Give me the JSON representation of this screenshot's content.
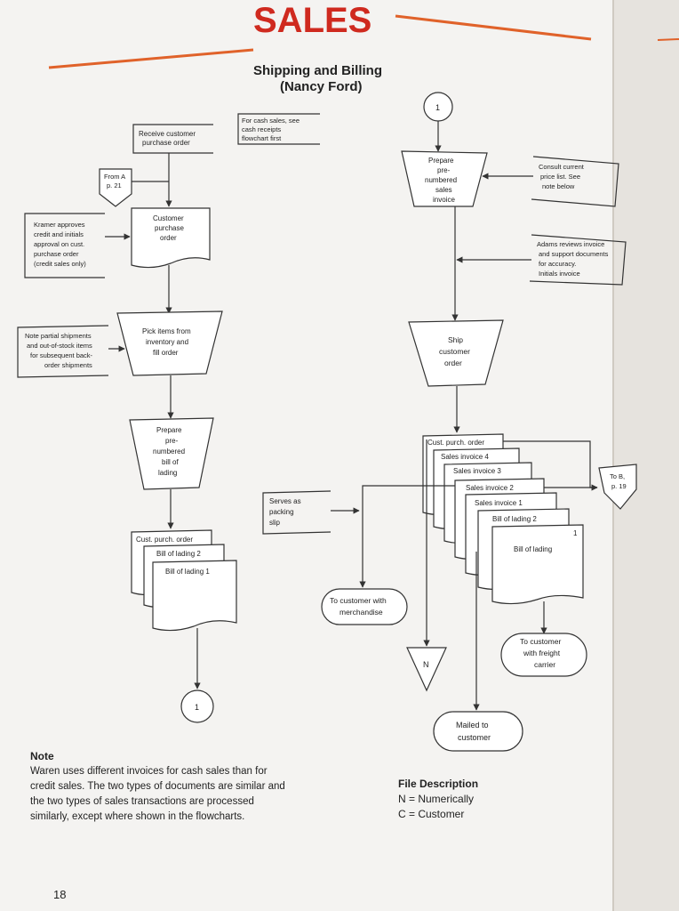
{
  "header": {
    "title": "SALES",
    "subtitle_1": "Shipping and Billing",
    "subtitle_2": "(Nancy Ford)"
  },
  "left": {
    "receive": [
      "Receive customer",
      "purchase order"
    ],
    "cash_note": [
      "For cash sales, see",
      "cash receipts",
      "flowchart first"
    ],
    "from_a": [
      "From A",
      "p. 21"
    ],
    "kramer": [
      "Kramer approves",
      "credit and initials",
      "approval on cust.",
      "purchase order",
      "(credit sales only)"
    ],
    "cust_po": [
      "Customer",
      "purchase",
      "order"
    ],
    "partial": [
      "Note partial shipments",
      "and out-of-stock items",
      "for subsequent back-",
      "order shipments"
    ],
    "pick": [
      "Pick items from",
      "inventory and",
      "fill order"
    ],
    "prepare_bol": [
      "Prepare",
      "pre-",
      "numbered",
      "bill of",
      "lading"
    ],
    "stack": [
      "Cust. purch. order",
      "Bill of lading 2",
      "Bill of lading 1"
    ],
    "connector_bottom": "1"
  },
  "right": {
    "connector_top": "1",
    "prepare_inv": [
      "Prepare",
      "pre-",
      "numbered",
      "sales",
      "invoice"
    ],
    "consult": [
      "Consult current",
      "price list. See",
      "note below"
    ],
    "adams": [
      "Adams reviews invoice",
      "and support documents",
      "for accuracy.",
      "Initials invoice"
    ],
    "ship": [
      "Ship",
      "customer",
      "order"
    ],
    "stack": [
      "Cust. purch. order",
      "Sales invoice  4",
      "Sales invoice  3",
      "Sales invoice  2",
      "Sales invoice  1",
      "Bill of lading  2",
      "1",
      "Bill of lading"
    ],
    "to_b": [
      "To B,",
      "p. 19"
    ],
    "serves": [
      "Serves as",
      "packing",
      "slip"
    ],
    "to_cust_merch": [
      "To customer with",
      "merchandise"
    ],
    "to_freight": [
      "To customer",
      "with freight",
      "carrier"
    ],
    "file_n": "N",
    "mailed": [
      "Mailed to",
      "customer"
    ]
  },
  "note": {
    "heading": "Note",
    "lines": [
      "Waren uses different invoices for cash sales than for",
      "credit sales. The two types of documents are similar and",
      "the two types of sales transactions are processed",
      "similarly, except where shown in the flowcharts."
    ]
  },
  "legend": {
    "title": "File Description",
    "n": "N = Numerically",
    "c": "C = Customer"
  },
  "page_number": "18",
  "colors": {
    "accent": "#e0622a",
    "title": "#cf2a1f",
    "ink": "#222222",
    "paper": "#f4f3f1"
  }
}
